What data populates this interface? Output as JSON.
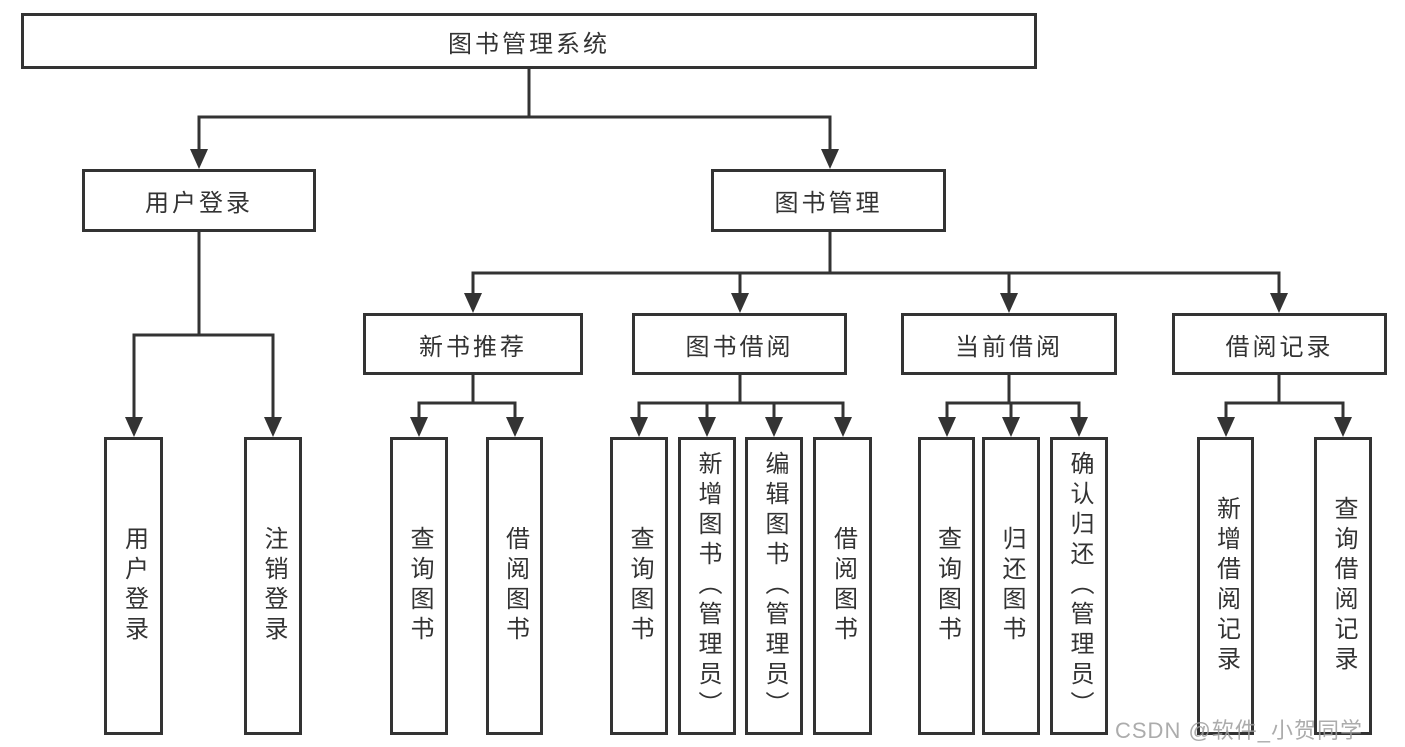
{
  "diagram_title": "图书管理系统",
  "watermark": "CSDN @软件_小贺同学",
  "colors": {
    "line": "#333333",
    "box_border": "#333333",
    "box_background": "#ffffff",
    "text": "#333333",
    "watermark": "#9e9e9e"
  },
  "nodes": {
    "root": "图书管理系统",
    "level2": {
      "user_login": "用户登录",
      "book_mgmt": "图书管理"
    },
    "level3": {
      "new_book_rec": "新书推荐",
      "book_borrow": "图书借阅",
      "current_borrow": "当前借阅",
      "borrow_records": "借阅记录"
    },
    "leaves": {
      "user_login_action": "用户登录",
      "logout_action": "注销登录",
      "query_books_rec": "查询图书",
      "borrow_books_rec": "借阅图书",
      "query_books_borrow": "查询图书",
      "add_books_admin": "新增图书（管理员）",
      "edit_books_admin": "编辑图书（管理员）",
      "borrow_books_borrow": "借阅图书",
      "query_books_current": "查询图书",
      "return_books": "归还图书",
      "confirm_return_admin": "确认归还（管理员）",
      "add_borrow_record": "新增借阅记录",
      "query_borrow_record": "查询借阅记录"
    }
  }
}
